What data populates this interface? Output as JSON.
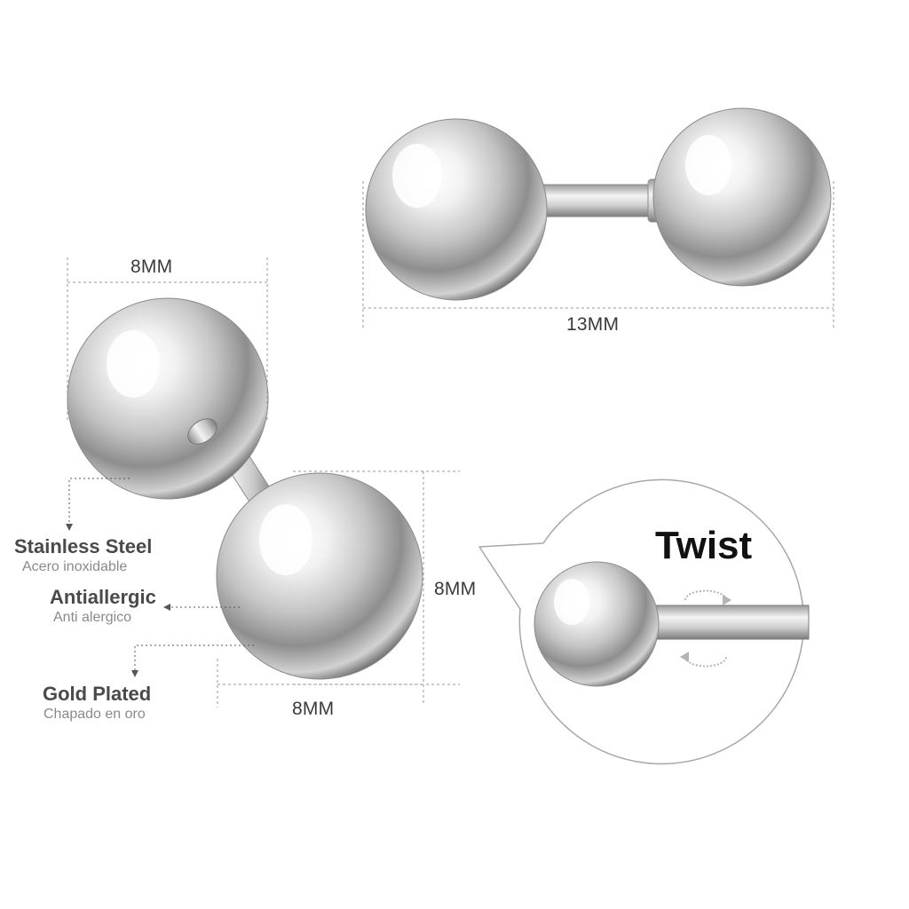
{
  "dimensions": {
    "top_earring_width": "13MM",
    "ball_width_top": "8MM",
    "ball_height_right": "8MM",
    "ball_width_bottom": "8MM"
  },
  "features": [
    {
      "title": "Stainless Steel",
      "subtitle": "Acero inoxidable"
    },
    {
      "title": "Antiallergic",
      "subtitle": "Anti alergico"
    },
    {
      "title": "Gold Plated",
      "subtitle": "Chapado en oro"
    }
  ],
  "callout": {
    "label": "Twist"
  },
  "icons": {
    "rotate": "rotate-arrows-icon"
  },
  "colors": {
    "line": "#9a9a9a",
    "text": "#3a3a3a",
    "steel_light": "#fafafa",
    "steel_dark": "#6e6e6e"
  }
}
